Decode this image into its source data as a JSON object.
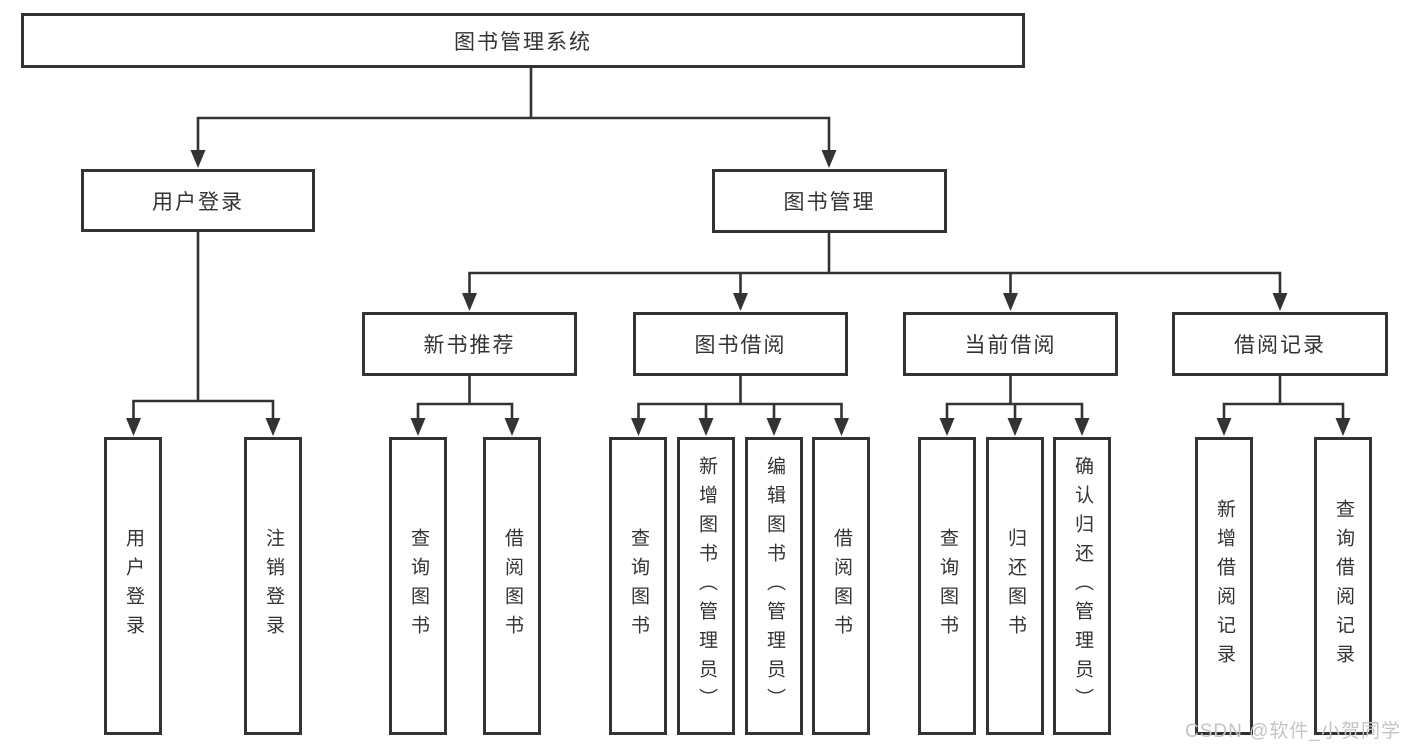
{
  "watermark": {
    "text": "CSDN @软件_小贺同学",
    "color": "#c4c4c4"
  },
  "colors": {
    "line": "#333333",
    "box_border": "#333333",
    "box_fill": "#ffffff",
    "text": "#333333"
  },
  "tree": {
    "root": {
      "label": "图书管理系统",
      "children": [
        {
          "label": "用户登录",
          "children": [
            {
              "label": "用户登录"
            },
            {
              "label": "注销登录"
            }
          ]
        },
        {
          "label": "图书管理",
          "children": [
            {
              "label": "新书推荐",
              "children": [
                {
                  "label": "查询图书"
                },
                {
                  "label": "借阅图书"
                }
              ]
            },
            {
              "label": "图书借阅",
              "children": [
                {
                  "label": "查询图书"
                },
                {
                  "label": "新增图书（管理员）"
                },
                {
                  "label": "编辑图书（管理员）"
                },
                {
                  "label": "借阅图书"
                }
              ]
            },
            {
              "label": "当前借阅",
              "children": [
                {
                  "label": "查询图书"
                },
                {
                  "label": "归还图书"
                },
                {
                  "label": "确认归还（管理员）"
                }
              ]
            },
            {
              "label": "借阅记录",
              "children": [
                {
                  "label": "新增借阅记录"
                },
                {
                  "label": "查询借阅记录"
                }
              ]
            }
          ]
        }
      ]
    }
  }
}
